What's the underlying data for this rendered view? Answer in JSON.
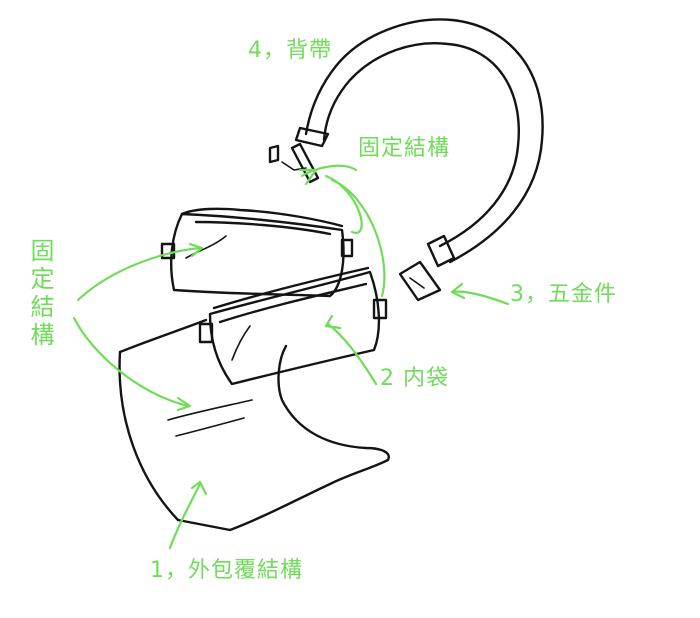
{
  "labels": {
    "outer": "1，外包覆結構",
    "inner": "2 内袋",
    "hardware": "3，五金件",
    "strap": "4，背帶",
    "fixing_right": "固定結構",
    "fixing_left": "固定結構"
  },
  "colors": {
    "annotation": "#6fdc5a",
    "ink": "#141414",
    "background": "#ffffff"
  }
}
